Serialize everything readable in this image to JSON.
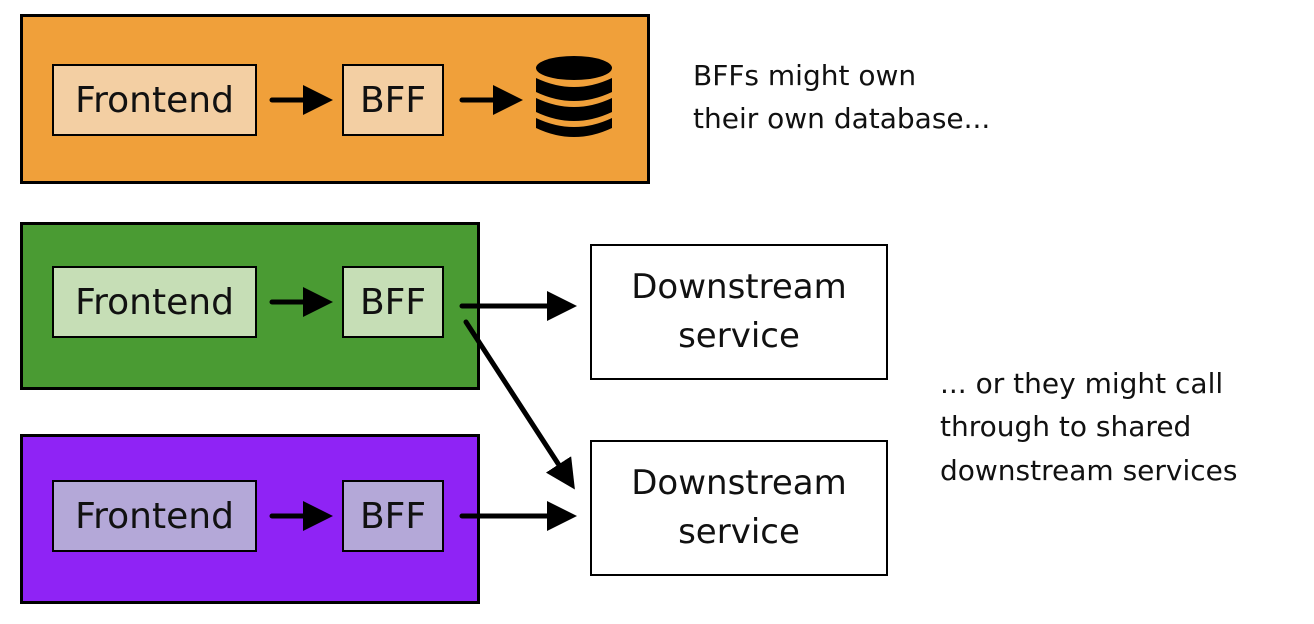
{
  "colors": {
    "orange": "#F0A03A",
    "orange_light": "#F3CFA3",
    "green": "#4A9B33",
    "green_light": "#C6DEB6",
    "purple": "#8F23F5",
    "purple_light": "#B4A8D8"
  },
  "rows": [
    {
      "frontend": "Frontend",
      "bff": "BFF"
    },
    {
      "frontend": "Frontend",
      "bff": "BFF"
    },
    {
      "frontend": "Frontend",
      "bff": "BFF"
    }
  ],
  "database_icon": "database-icon",
  "services": [
    {
      "line1": "Downstream",
      "line2": "service"
    },
    {
      "line1": "Downstream",
      "line2": "service"
    }
  ],
  "notes": {
    "top": [
      "BFFs might own",
      "their own database..."
    ],
    "bottom": [
      "... or they might call",
      "through to shared",
      "downstream services"
    ]
  }
}
